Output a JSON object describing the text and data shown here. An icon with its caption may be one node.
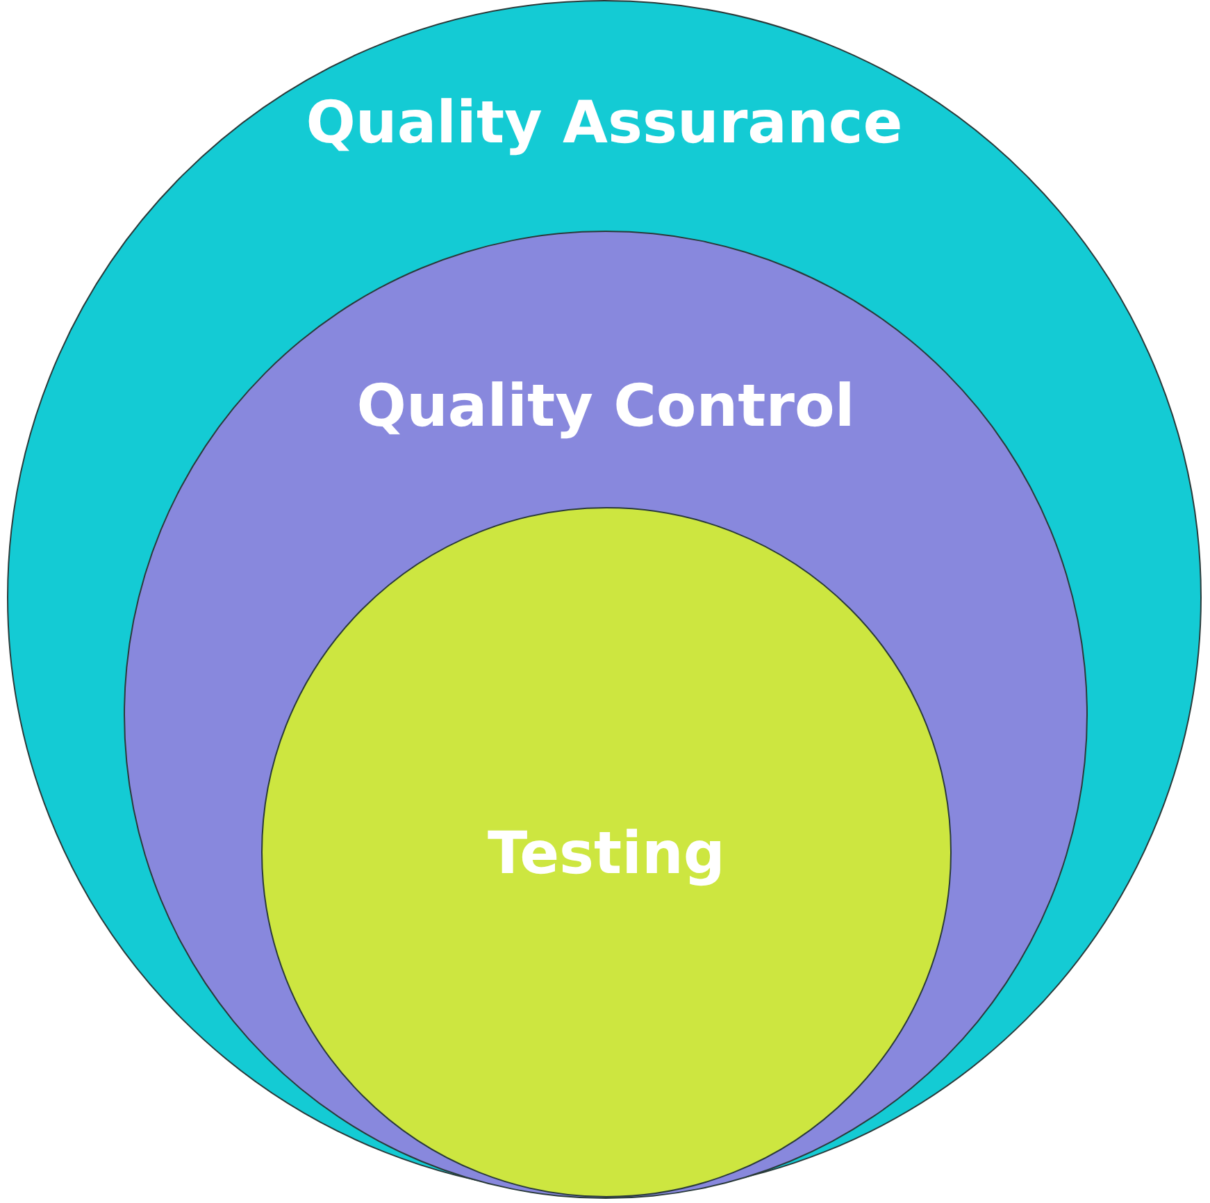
{
  "diagram": {
    "nodes": [
      {
        "text": [
          "Quality Assurance"
        ]
      },
      {
        "text": [
          "Quality Control"
        ],
        "in": 0
      },
      {
        "text": [
          "Testing"
        ],
        "in": 1
      }
    ],
    "edges": []
  }
}
